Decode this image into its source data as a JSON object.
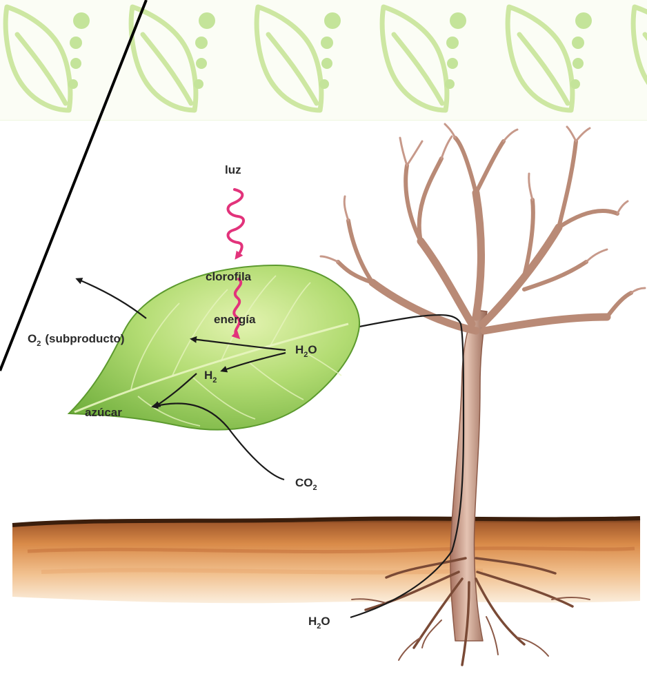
{
  "labels": {
    "light": "luz",
    "chlorophyll": "clorofila",
    "energy": "energía",
    "oxygen_symbol": "O",
    "oxygen_sub": "2",
    "oxygen_note": "(subproducto)",
    "water_symbol_h": "H",
    "water_sub": "2",
    "water_symbol_o": "O",
    "hydrogen_symbol": "H",
    "hydrogen_sub": "2",
    "sugar": "azúcar",
    "co2_symbol": "CO",
    "co2_sub": "2",
    "root_water_h": "H",
    "root_water_sub": "2",
    "root_water_o": "O"
  },
  "colors": {
    "band_background": "#fbfdf5",
    "band_leaf_outline": "#cde7a2",
    "band_dot": "#c4e49a",
    "leaf_fill": "#9fd15e",
    "leaf_vein": "#e8f5c0",
    "light_wave": "#e2337b",
    "tree_bark": "#c89c88",
    "tree_shade": "#9a6a58",
    "soil_top": "#5a2f16",
    "soil_mid": "#d98a48",
    "soil_bottom": "#f8e2c8",
    "arrow": "#1a1a1a"
  },
  "icons": [
    "leaf-pattern-icon",
    "light-wave-icon",
    "leaf-icon",
    "tree-icon",
    "soil-icon"
  ]
}
